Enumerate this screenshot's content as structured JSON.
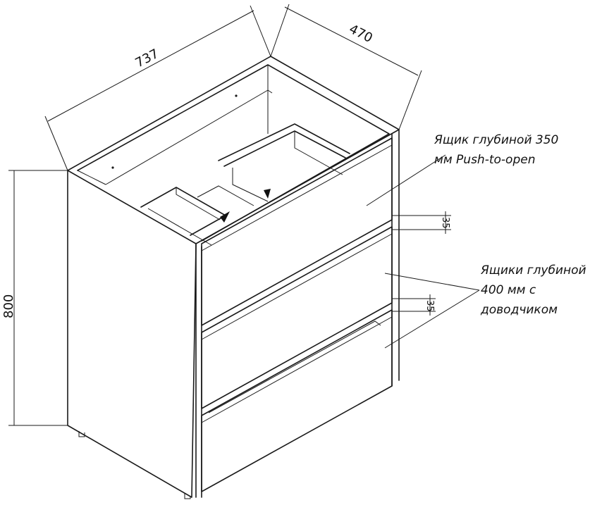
{
  "dimensions": {
    "width": "737",
    "depth": "470",
    "height": "800",
    "gap_upper": "35",
    "gap_lower": "35"
  },
  "notes": {
    "top_drawer": "Ящик глубиной 350\nмм Push-to-open",
    "lower_drawers": "Ящики глубиной\n400 мм с\nдоводчиком"
  }
}
